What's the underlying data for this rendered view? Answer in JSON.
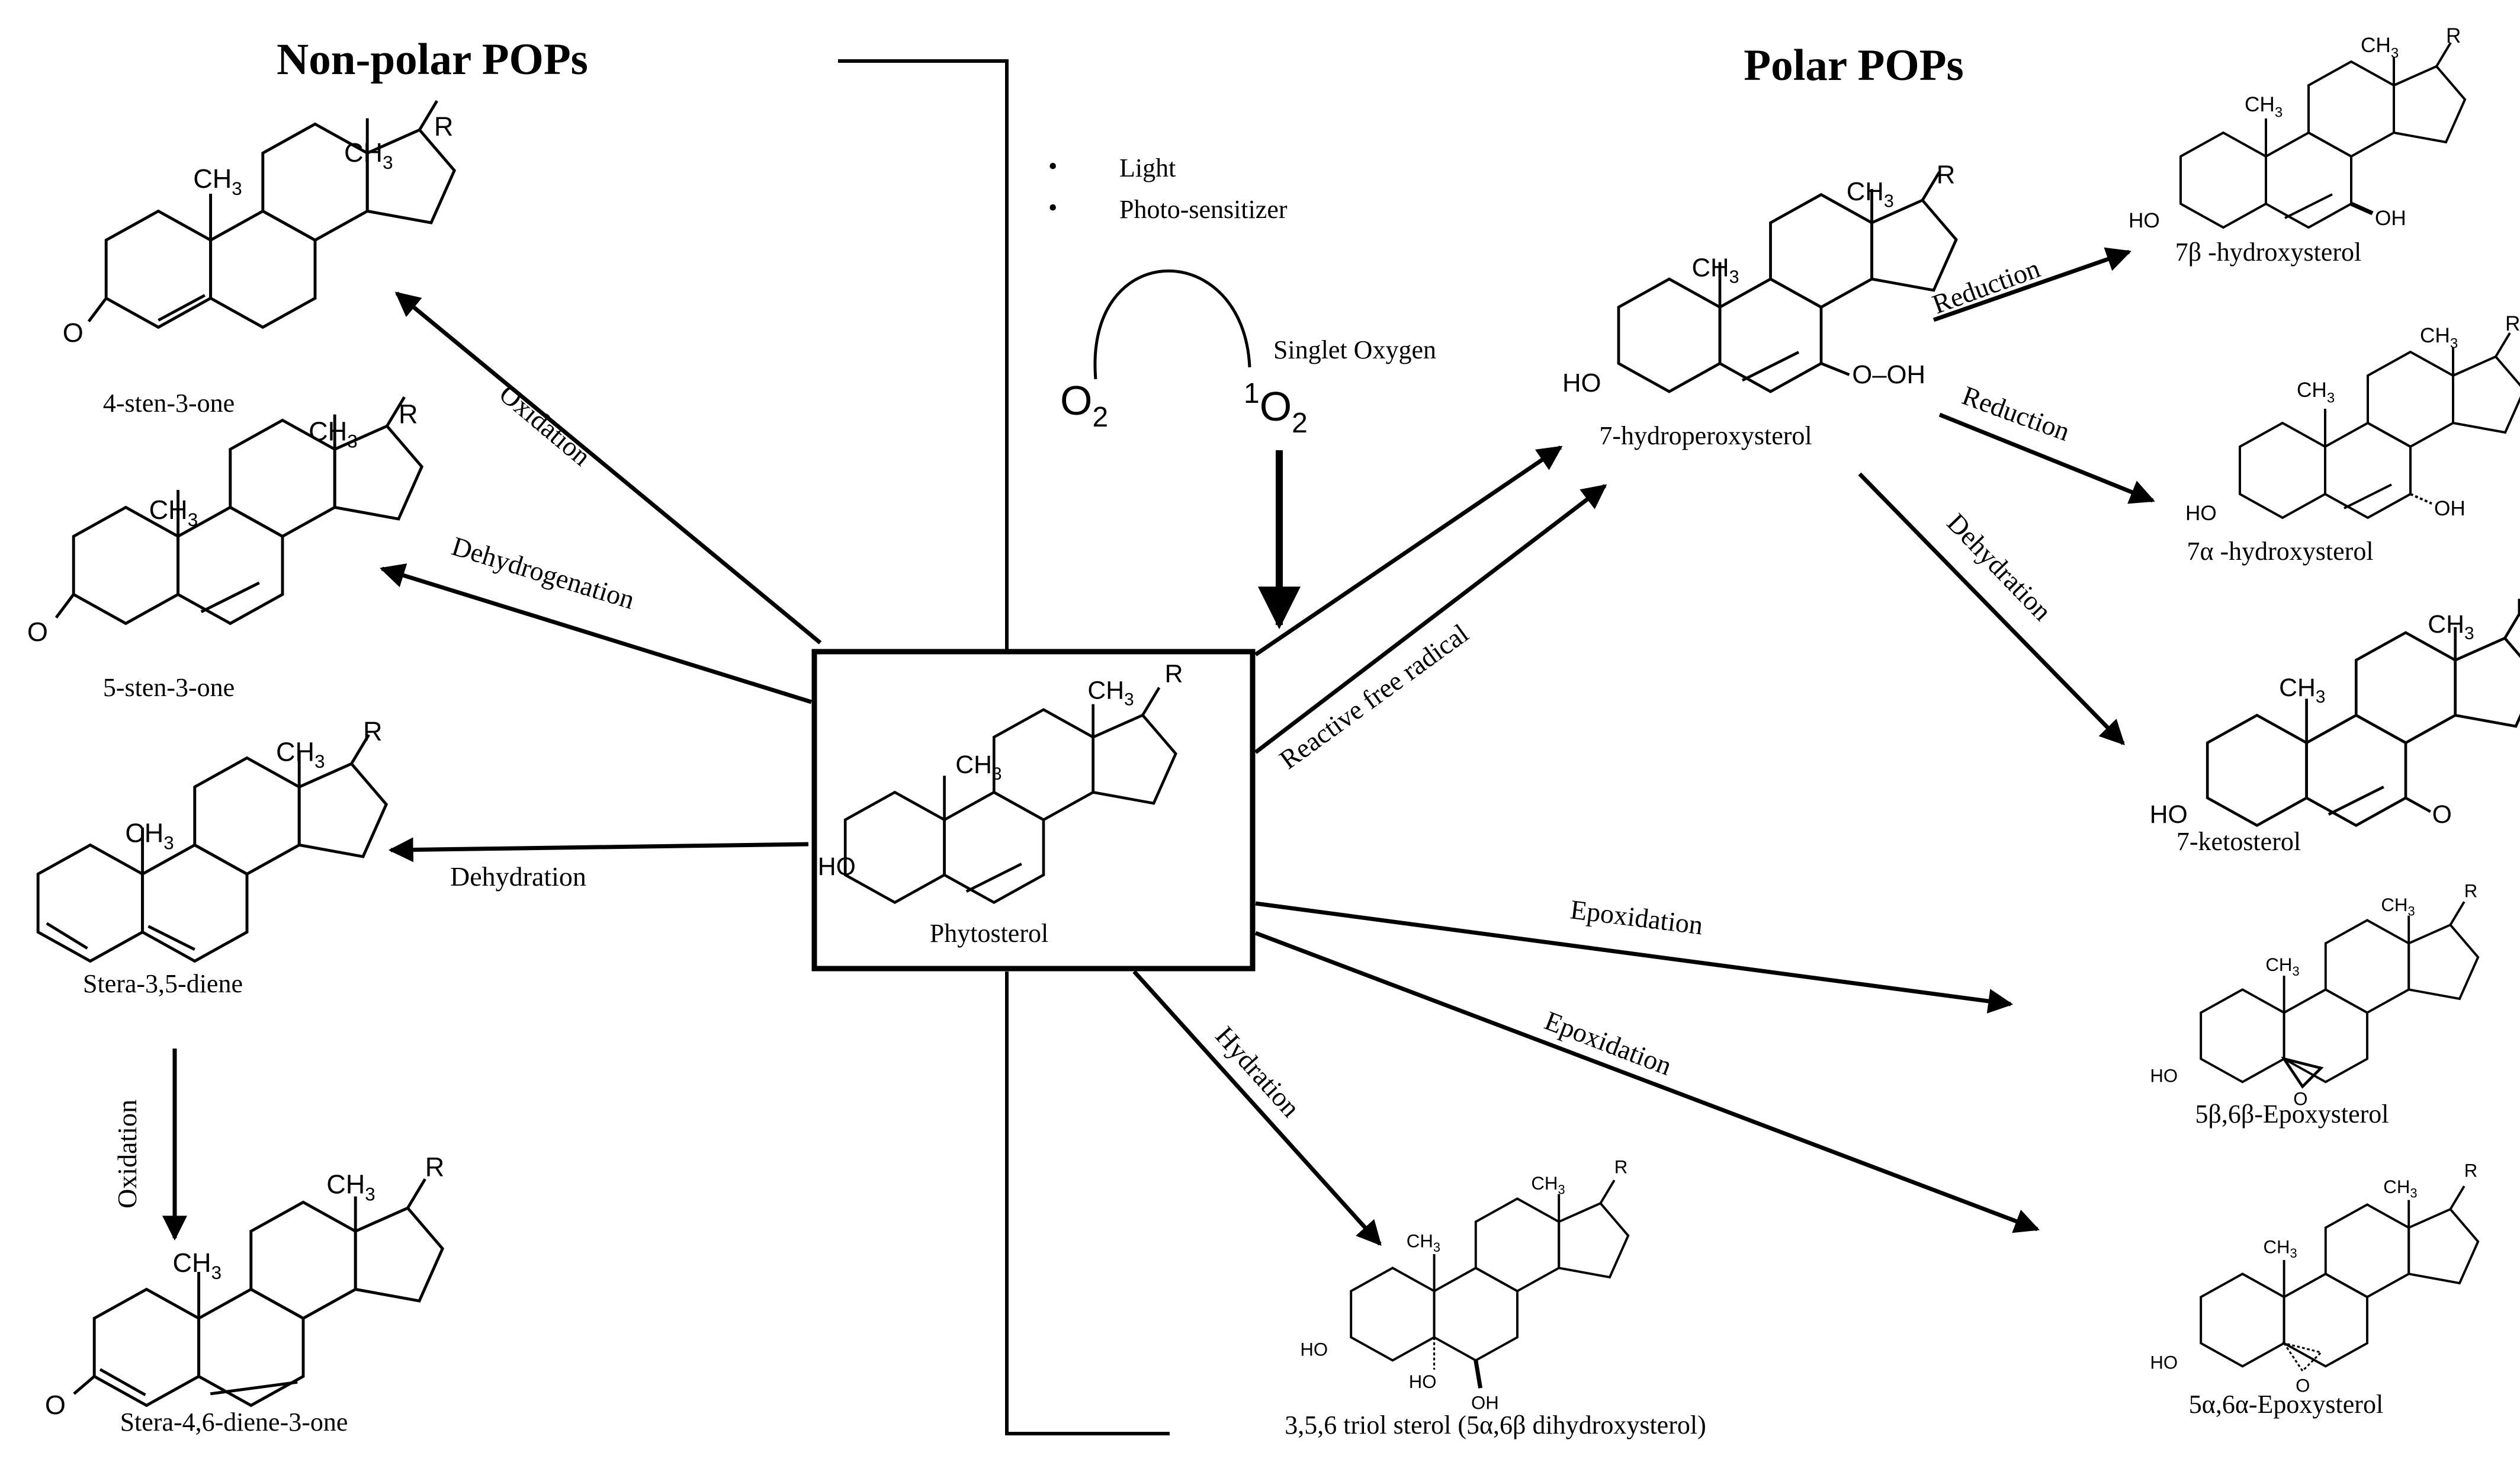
{
  "titles": {
    "nonpolar": "Non-polar POPs",
    "polar": "Polar POPs"
  },
  "conditions": {
    "bullet": "•",
    "light": "Light",
    "photosensitizer": "Photo-sensitizer",
    "singlet_oxygen": "Singlet  Oxygen",
    "o2_left": "O",
    "o2_left_sub": "2",
    "o2_right_sup": "1",
    "o2_right": "O",
    "o2_right_sub": "2"
  },
  "center": {
    "name": "Phytosterol"
  },
  "pathways": {
    "oxidation": "Oxidation",
    "dehydrogenation": "Dehydrogenation",
    "dehydration": "Dehydration",
    "oxidation_vertical": "Oxidation",
    "reactive_free_radical": "Reactive  free  radical",
    "epoxidation_1": "Epoxidation",
    "epoxidation_2": "Epoxidation",
    "hydration": "Hydration",
    "reduction_1": "Reduction",
    "reduction_2": "Reduction",
    "dehydration_right": "Dehydration"
  },
  "compounds": {
    "sten4": "4-sten-3-one",
    "sten5": "5-sten-3-one",
    "diene35": "Stera-3,5-diene",
    "diene46": "Stera-4,6-diene-3-one",
    "hydroperoxy": "7-hydroperoxysterol",
    "hydroxy7b": "7β -hydroxysterol",
    "hydroxy7a": "7α -hydroxysterol",
    "keto7": "7-ketosterol",
    "epoxy_b": "5β,6β-Epoxysterol",
    "epoxy_a": "5α,6α-Epoxysterol",
    "triol": "3,5,6 triol  sterol (5α,6β dihydroxysterol)"
  },
  "atoms": {
    "methyl": "CH",
    "methyl_sub": "3",
    "r_group": "R",
    "hydroxyl": "HO",
    "hydroxyl_rev": "OH",
    "ketone_o": "O",
    "peroxy": "O–OH"
  }
}
